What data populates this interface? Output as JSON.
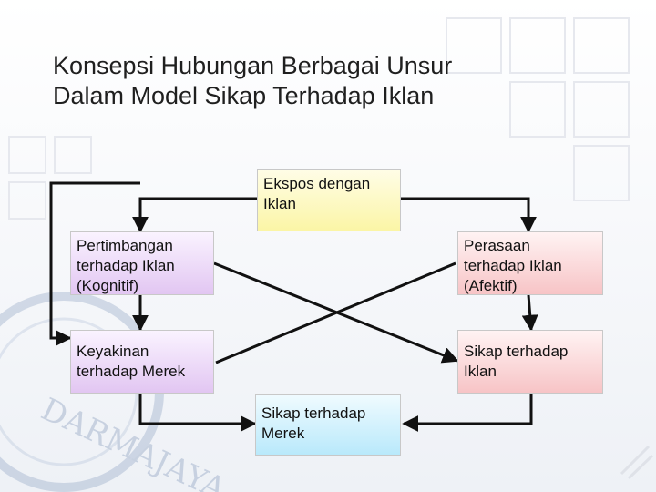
{
  "slide": {
    "title_line1": "Konsepsi Hubungan Berbagai Unsur",
    "title_line2": "Dalam Model Sikap Terhadap Iklan"
  },
  "boxes": {
    "ekspos": [
      "Ekspos dengan",
      "Iklan"
    ],
    "kognitif": [
      "Pertimbangan",
      "terhadap Iklan",
      "(Kognitif)"
    ],
    "afektif": [
      "Perasaan",
      "terhadap Iklan",
      "(Afektif)"
    ],
    "keyakinan": [
      "Keyakinan",
      "terhadap Merek"
    ],
    "sikap_iklan": [
      "Sikap terhadap",
      "Iklan"
    ],
    "sikap_merek": [
      "Sikap terhadap",
      "Merek"
    ]
  },
  "colors": {
    "ekspos": "#fbf5a6",
    "kognitif_keyakinan": "#e2c6f2",
    "afektif_sikap_iklan": "#f7c4c6",
    "sikap_merek": "#b9e9fb",
    "connector": "#111111"
  }
}
